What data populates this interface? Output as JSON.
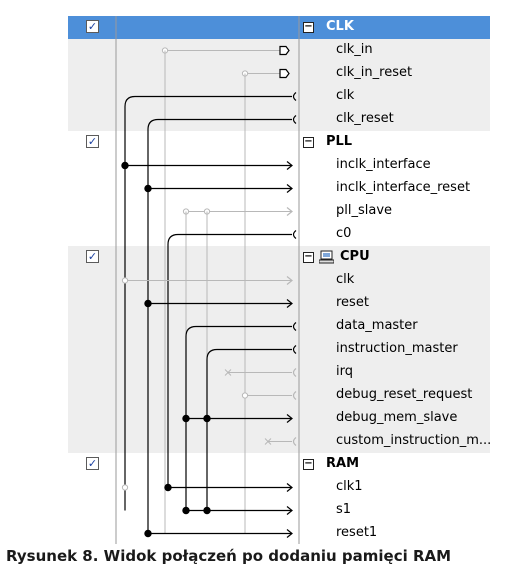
{
  "tree": {
    "rows": [
      {
        "kind": "group",
        "label": "CLK",
        "checked": true,
        "selected": true,
        "shade": true
      },
      {
        "kind": "port",
        "label": "clk_in",
        "shade": true
      },
      {
        "kind": "port",
        "label": "clk_in_reset",
        "shade": true
      },
      {
        "kind": "port",
        "label": "clk",
        "shade": true
      },
      {
        "kind": "port",
        "label": "clk_reset",
        "shade": true
      },
      {
        "kind": "group",
        "label": "PLL",
        "checked": true,
        "shade": false
      },
      {
        "kind": "port",
        "label": "inclk_interface",
        "shade": false
      },
      {
        "kind": "port",
        "label": "inclk_interface_reset",
        "shade": false
      },
      {
        "kind": "port",
        "label": "pll_slave",
        "shade": false
      },
      {
        "kind": "port",
        "label": "c0",
        "shade": false
      },
      {
        "kind": "group",
        "label": "CPU",
        "checked": true,
        "shade": true,
        "icon": "computer-icon"
      },
      {
        "kind": "port",
        "label": "clk",
        "shade": true
      },
      {
        "kind": "port",
        "label": "reset",
        "shade": true
      },
      {
        "kind": "port",
        "label": "data_master",
        "shade": true
      },
      {
        "kind": "port",
        "label": "instruction_master",
        "shade": true
      },
      {
        "kind": "port",
        "label": "irq",
        "shade": true
      },
      {
        "kind": "port",
        "label": "debug_reset_request",
        "shade": true
      },
      {
        "kind": "port",
        "label": "debug_mem_slave",
        "shade": true
      },
      {
        "kind": "port",
        "label": "custom_instruction_m...",
        "shade": true
      },
      {
        "kind": "group",
        "label": "RAM",
        "checked": true,
        "shade": false
      },
      {
        "kind": "port",
        "label": "clk1",
        "shade": false
      },
      {
        "kind": "port",
        "label": "s1",
        "shade": false
      },
      {
        "kind": "port",
        "label": "reset1",
        "shade": false
      }
    ]
  },
  "caption": "Rysunek 8. Widok połączeń po dodaniu pamięci RAM",
  "colors": {
    "selected_row": "#4d8fd9",
    "shaded_row": "#eeeeee",
    "wire_active": "#000000",
    "wire_inactive": "#b8b8b8"
  }
}
